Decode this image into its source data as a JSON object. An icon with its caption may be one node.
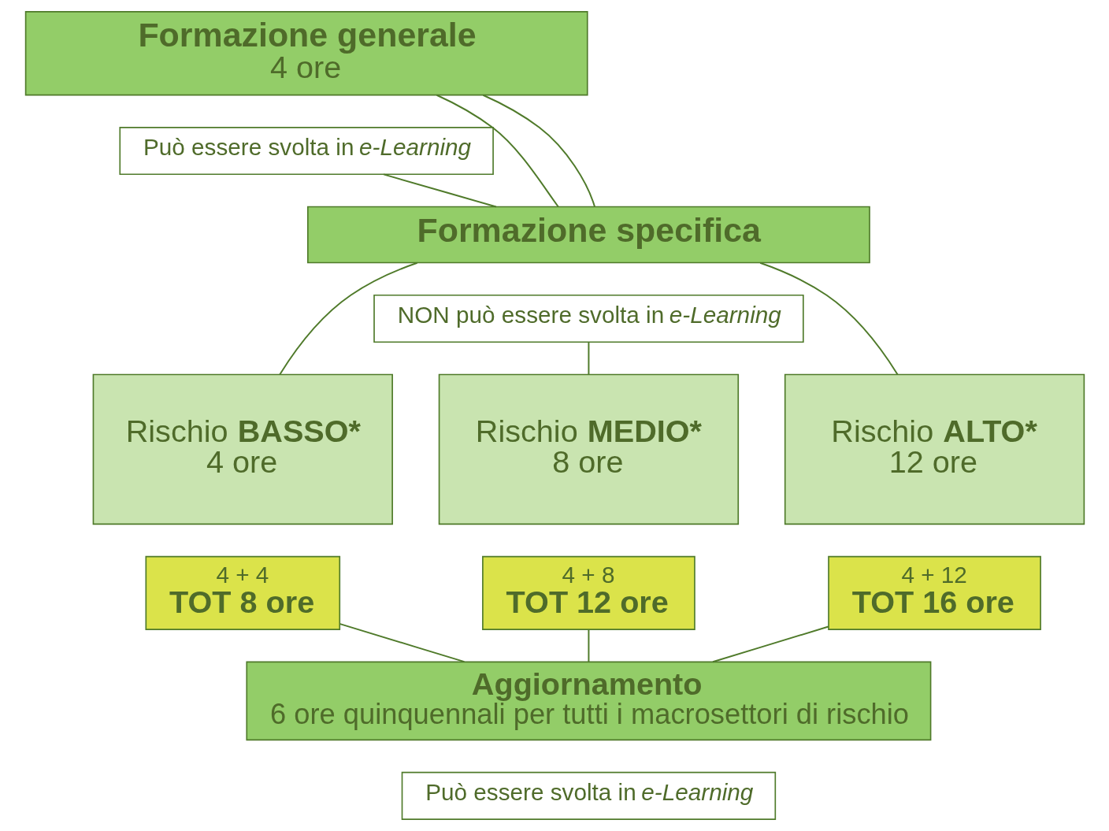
{
  "diagram": {
    "nodes": [
      {
        "text": [
          "Formazione generale",
          "4 ore"
        ]
      },
      {
        "text": [
          "Può essere svolta in *e-Learning*"
        ]
      },
      {
        "text": [
          "Formazione specifica"
        ]
      },
      {
        "text": [
          "NON può essere svolta in *e-Learning*"
        ]
      },
      {
        "text": [
          "Rischio **BASSO***",
          "4 ore"
        ]
      },
      {
        "text": [
          "4 + 4",
          "TOT 8 ore"
        ]
      },
      {
        "text": [
          "Rischio **MEDIO***",
          "8 ore"
        ]
      },
      {
        "text": [
          "4 + 8",
          "TOT 12 ore"
        ]
      },
      {
        "text": [
          "Rischio **ALTO***",
          "12 ore"
        ]
      },
      {
        "text": [
          "4 + 12",
          "TOT 16 ore"
        ]
      },
      {
        "text": [
          "Aggiornamento",
          "6 ore quinquennali per tutti i macrosettori di rischio"
        ]
      },
      {
        "text": [
          "Può essere svolta in *e-Learning*"
        ]
      }
    ],
    "edges": [
      {
        "from": 0,
        "to": 2,
        "arrow": "none"
      },
      {
        "from": 1,
        "to": 2,
        "arrow": "none"
      },
      {
        "from": 0,
        "to": 2,
        "arrow": "none"
      },
      {
        "from": 2,
        "to": 4,
        "arrow": "none"
      },
      {
        "from": 3,
        "to": 6,
        "arrow": "none"
      },
      {
        "from": 2,
        "to": 8,
        "arrow": "none"
      },
      {
        "from": 5,
        "to": 10,
        "arrow": "none"
      },
      {
        "from": 7,
        "to": 10,
        "arrow": "none"
      },
      {
        "from": 9,
        "to": 10,
        "arrow": "none"
      }
    ]
  }
}
